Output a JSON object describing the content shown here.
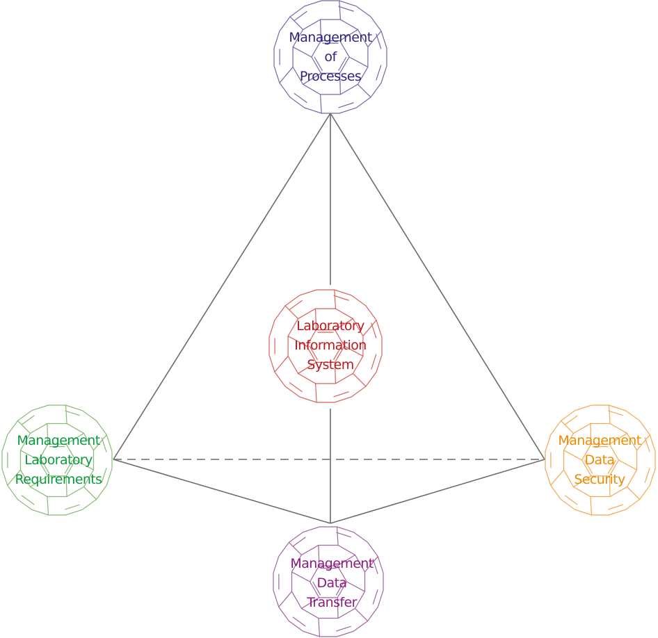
{
  "nodes": [
    {
      "id": "processes",
      "lines": [
        "Management",
        "of",
        "Processes"
      ],
      "text_color": "#2e2580",
      "stroke_color": "#6f6aa8"
    },
    {
      "id": "lis",
      "lines": [
        "Laboratory",
        "Information",
        "System"
      ],
      "text_color": "#c0151b",
      "stroke_color": "#d9605a"
    },
    {
      "id": "lab-requirements",
      "lines": [
        "Management",
        "Laboratory",
        "Requirements"
      ],
      "text_color": "#0a9a3c",
      "stroke_color": "#86bb74"
    },
    {
      "id": "data-security",
      "lines": [
        "Management",
        "Data",
        "Security"
      ],
      "text_color": "#f08a00",
      "stroke_color": "#f5a850"
    },
    {
      "id": "data-transfer",
      "lines": [
        "Management",
        "Data",
        "Transfer"
      ],
      "text_color": "#8e1a7e",
      "stroke_color": "#a066a0"
    }
  ],
  "edge_color": "#6b6b6b"
}
